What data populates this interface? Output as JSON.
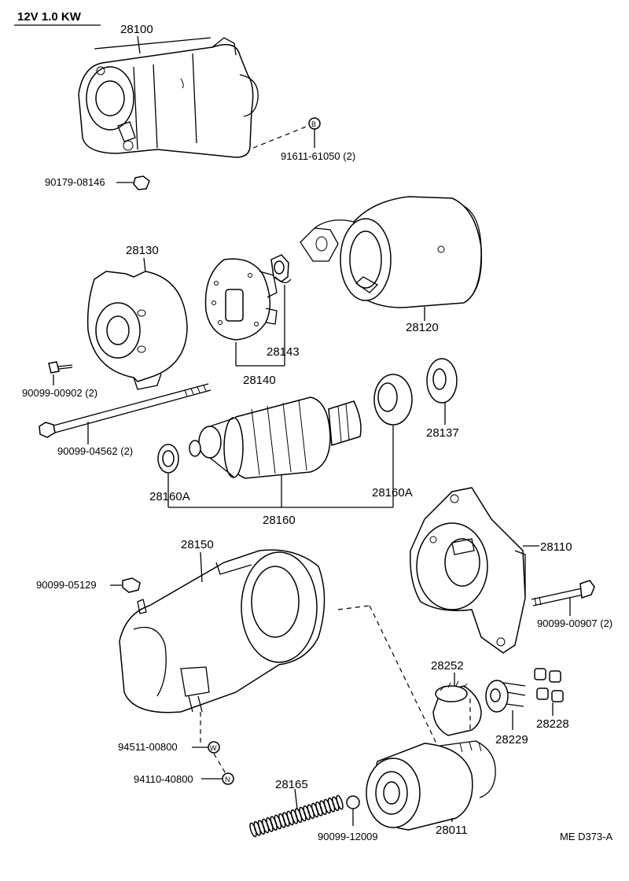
{
  "title": "12V 1.0 KW",
  "diagram_code": "ME  D373-A",
  "labels": {
    "p28100": "28100",
    "p91611": "91611-61050 (2)",
    "b_marker": "B",
    "p90179": "90179-08146",
    "p28130": "28130",
    "p28143": "28143",
    "p28140": "28140",
    "p28120": "28120",
    "p90099_00902": "90099-00902 (2)",
    "p90099_04562": "90099-04562 (2)",
    "p28137": "28137",
    "p28160a_left": "28160A",
    "p28160a_right": "28160A",
    "p28160": "28160",
    "p28150": "28150",
    "p28110": "28110",
    "p90099_05129": "90099-05129",
    "p90099_00907": "90099-00907 (2)",
    "p28252": "28252",
    "p28229": "28229",
    "p28228": "28228",
    "p94511": "94511-00800",
    "w_marker": "W",
    "p94110": "94110-40800",
    "n_marker": "N",
    "p28165": "28165",
    "p90099_12009": "90099-12009",
    "p28011": "28011"
  },
  "icons": {
    "starter_assembly": "starter-assembly-drawing",
    "end_frame": "end-frame-drawing",
    "brush_holder": "brush-holder-drawing",
    "brush_spring": "brush-spring-drawing",
    "yoke": "yoke-drawing",
    "armature": "armature-drawing",
    "bearing": "bearing-drawing",
    "seal": "seal-drawing",
    "magnetic_switch": "magnetic-switch-drawing",
    "housing": "housing-drawing",
    "clutch": "clutch-drawing",
    "idle_gear": "idle-gear-drawing",
    "retainer": "retainer-drawing",
    "rollers": "rollers-drawing",
    "spring": "spring-drawing",
    "ball": "ball-drawing",
    "bolt": "bolt-drawing",
    "nut": "nut-drawing"
  }
}
